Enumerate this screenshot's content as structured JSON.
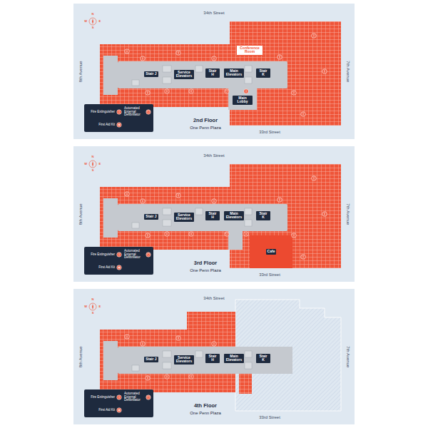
{
  "diagram": {
    "nodes": [
      {
        "text": [
          "Conference Room"
        ]
      },
      {
        "text": [
          "Stair J"
        ]
      },
      {
        "text": [
          "Service Elevators"
        ]
      },
      {
        "text": [
          "Stair H"
        ]
      },
      {
        "text": [
          "Main Elevators"
        ]
      },
      {
        "text": [
          "Stair K"
        ]
      },
      {
        "text": [
          "Main Lobby"
        ]
      },
      {
        "text": [
          "Stair J"
        ]
      },
      {
        "text": [
          "Service Elevators"
        ]
      },
      {
        "text": [
          "Stair H"
        ]
      },
      {
        "text": [
          "Main Elevators"
        ]
      },
      {
        "text": [
          "Stair K"
        ]
      },
      {
        "text": [
          "Cafe"
        ]
      },
      {
        "text": [
          "Stair J"
        ]
      },
      {
        "text": [
          "Service Elevators"
        ]
      },
      {
        "text": [
          "Stair H"
        ]
      },
      {
        "text": [
          "Main Elevators"
        ]
      },
      {
        "text": [
          "Stair K"
        ]
      }
    ],
    "labels": [
      "34th Street",
      "8th Avenue",
      "7th Avenue",
      "33rd Street",
      "2nd Floor",
      "One Penn Plaza",
      "N",
      "E",
      "S",
      "W",
      "34th Street",
      "8th Avenue",
      "7th Avenue",
      "33rd Street",
      "3rd Floor",
      "One Penn Plaza",
      "N",
      "E",
      "S",
      "W",
      "34th Street",
      "8th Avenue",
      "7th Avenue",
      "33rd Street",
      "4th Floor",
      "One Penn Plaza",
      "N",
      "E",
      "S",
      "W"
    ],
    "legend": [
      {
        "text": "Fire Extinguisher"
      },
      {
        "text": "Automated External Defibrillator"
      },
      {
        "text": "First Aid Kit"
      },
      {
        "text": "Fire Extinguisher"
      },
      {
        "text": "Automated External Defibrillator"
      },
      {
        "text": "First Aid Kit"
      },
      {
        "text": "Fire Extinguisher"
      },
      {
        "text": "Automated External Defibrillator"
      },
      {
        "text": "First Aid Kit"
      }
    ]
  }
}
